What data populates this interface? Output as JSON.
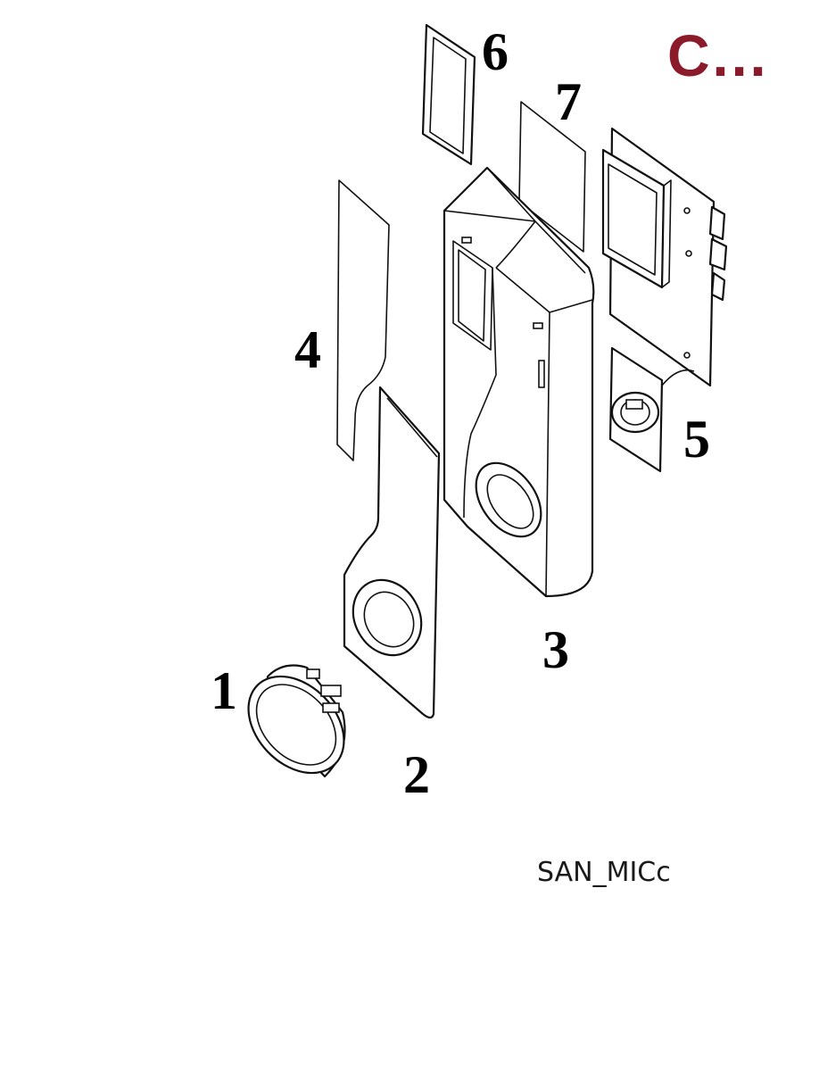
{
  "header": {
    "title": "C…"
  },
  "diagram": {
    "caption": "SAN_MICc",
    "part_numbers": {
      "p1": "1",
      "p2": "2",
      "p3": "3",
      "p4": "4",
      "p5": "5",
      "p6": "6",
      "p7": "7"
    }
  },
  "colors": {
    "title": "#8b1a2b",
    "line": "#111111",
    "background": "#ffffff"
  }
}
